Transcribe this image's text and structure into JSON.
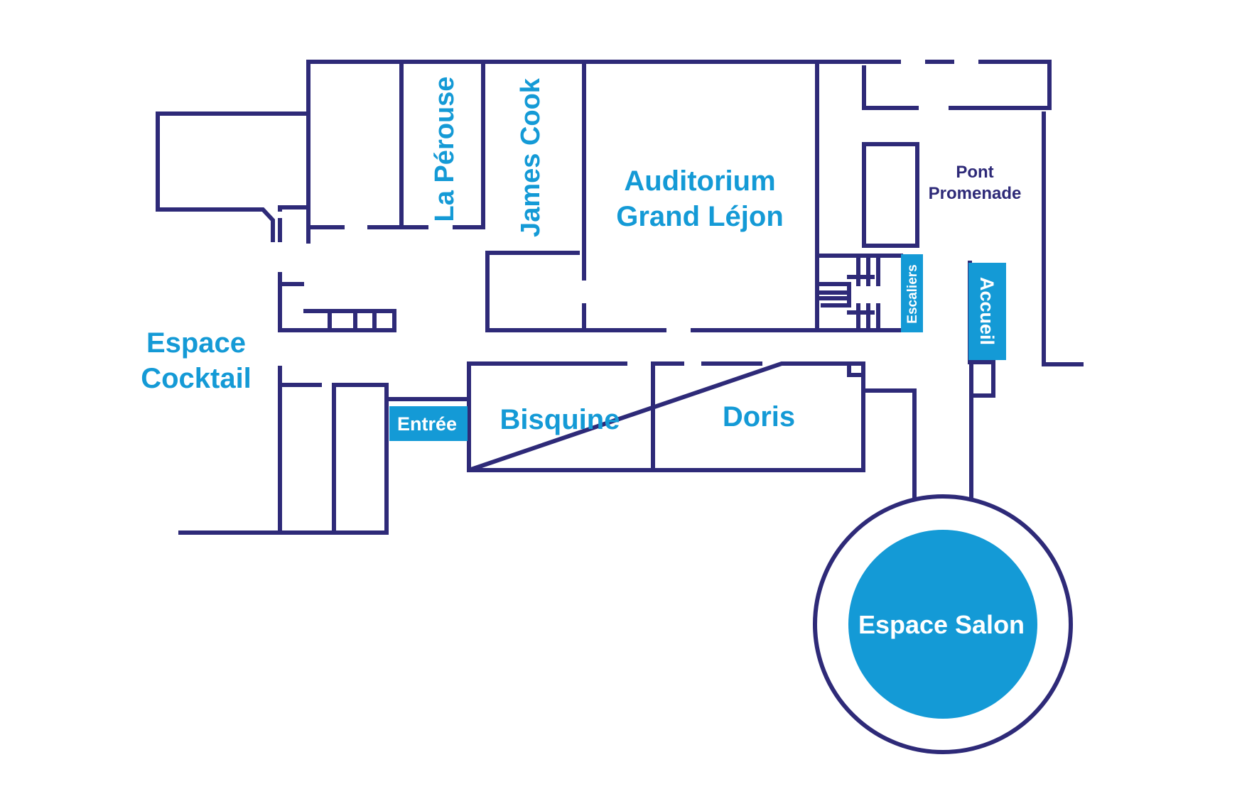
{
  "rooms": {
    "la_perouse": "La Pérouse",
    "james_cook": "James Cook",
    "auditorium_line1": "Auditorium",
    "auditorium_line2": "Grand Léjon",
    "pont_line1": "Pont",
    "pont_line2": "Promenade",
    "espace_cocktail_line1": "Espace",
    "espace_cocktail_line2": "Cocktail",
    "bisquine": "Bisquine",
    "doris": "Doris",
    "espace_salon": "Espace Salon"
  },
  "badges": {
    "entree": "Entrée",
    "escaliers": "Escaliers",
    "accueil": "Accueil"
  },
  "colors": {
    "wall": "#2e2a78",
    "accent": "#149ad6",
    "background": "#ffffff"
  }
}
